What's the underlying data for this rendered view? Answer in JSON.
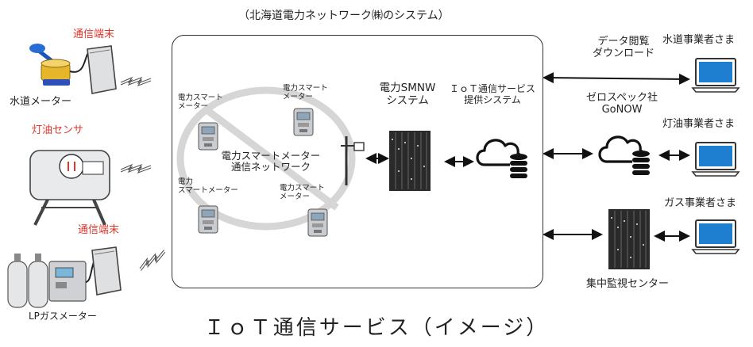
{
  "header": {
    "system_caption": "（北海道電力ネットワーク㈱のシステム）"
  },
  "devices": {
    "water_terminal_label": "通信端末",
    "water_meter_label": "水道メーター",
    "oil_sensor_label": "灯油センサ",
    "gas_terminal_label": "通信端末",
    "lp_gas_meter_label": "LPガスメーター"
  },
  "network": {
    "smart_meter_1": [
      "電力スマート",
      "メーター"
    ],
    "smart_meter_2": [
      "電力スマート",
      "メーター"
    ],
    "smart_meter_3": [
      "電力",
      "スマートメーター"
    ],
    "smart_meter_4": [
      "電力スマート",
      "メーター"
    ],
    "network_label": [
      "電力スマートメーター",
      "通信ネットワーク"
    ]
  },
  "systems": {
    "smnw": [
      "電力SMNW",
      "システム"
    ],
    "iot_platform": [
      "ＩｏＴ通信サービス",
      "提供システム"
    ]
  },
  "right": {
    "data_access": [
      "データ閲覧",
      "ダウンロード"
    ],
    "zerospec": [
      "ゼロスペック社",
      "GoNOW"
    ],
    "monitoring_center": "集中監視センター",
    "water_business": "水道事業者さま",
    "oil_business": "灯油事業者さま",
    "gas_business": "ガス事業者さま"
  },
  "footer": {
    "title": "ＩｏＴ通信サービス（イメージ）"
  },
  "colors": {
    "accent_red": "#e0362b",
    "laptop_blue": "#1e7fd0",
    "server_dark": "#2a2a2a"
  }
}
